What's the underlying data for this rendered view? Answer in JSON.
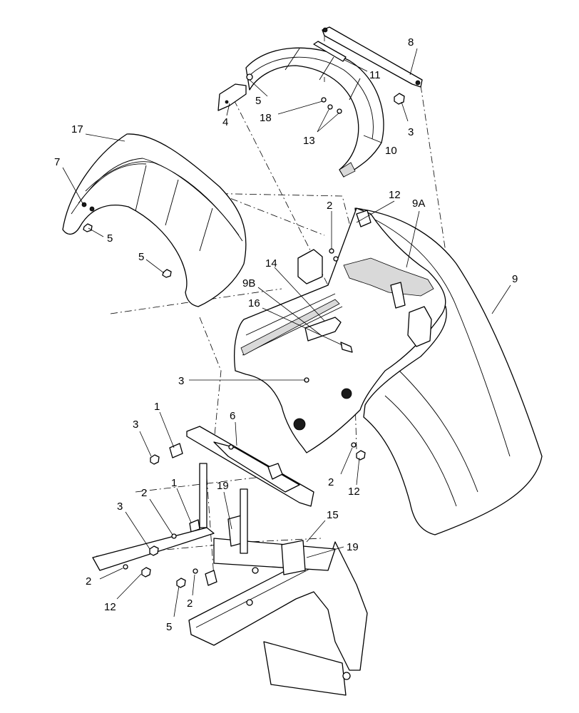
{
  "callouts": {
    "c1a": "1",
    "c1b": "1",
    "c2a": "2",
    "c2b": "2",
    "c2c": "2",
    "c2d": "2",
    "c2e": "2",
    "c3a": "3",
    "c3b": "3",
    "c3c": "3",
    "c3d": "3",
    "c4": "4",
    "c5a": "5",
    "c5b": "5",
    "c5c": "5",
    "c5d": "5",
    "c6": "6",
    "c7": "7",
    "c8": "8",
    "c9": "9",
    "c9A": "9A",
    "c9B": "9B",
    "c10": "10",
    "c11": "11",
    "c12a": "12",
    "c12b": "12",
    "c12c": "12",
    "c13": "13",
    "c14": "14",
    "c15": "15",
    "c16": "16",
    "c17": "17",
    "c18": "18",
    "c19a": "19",
    "c19b": "19"
  }
}
